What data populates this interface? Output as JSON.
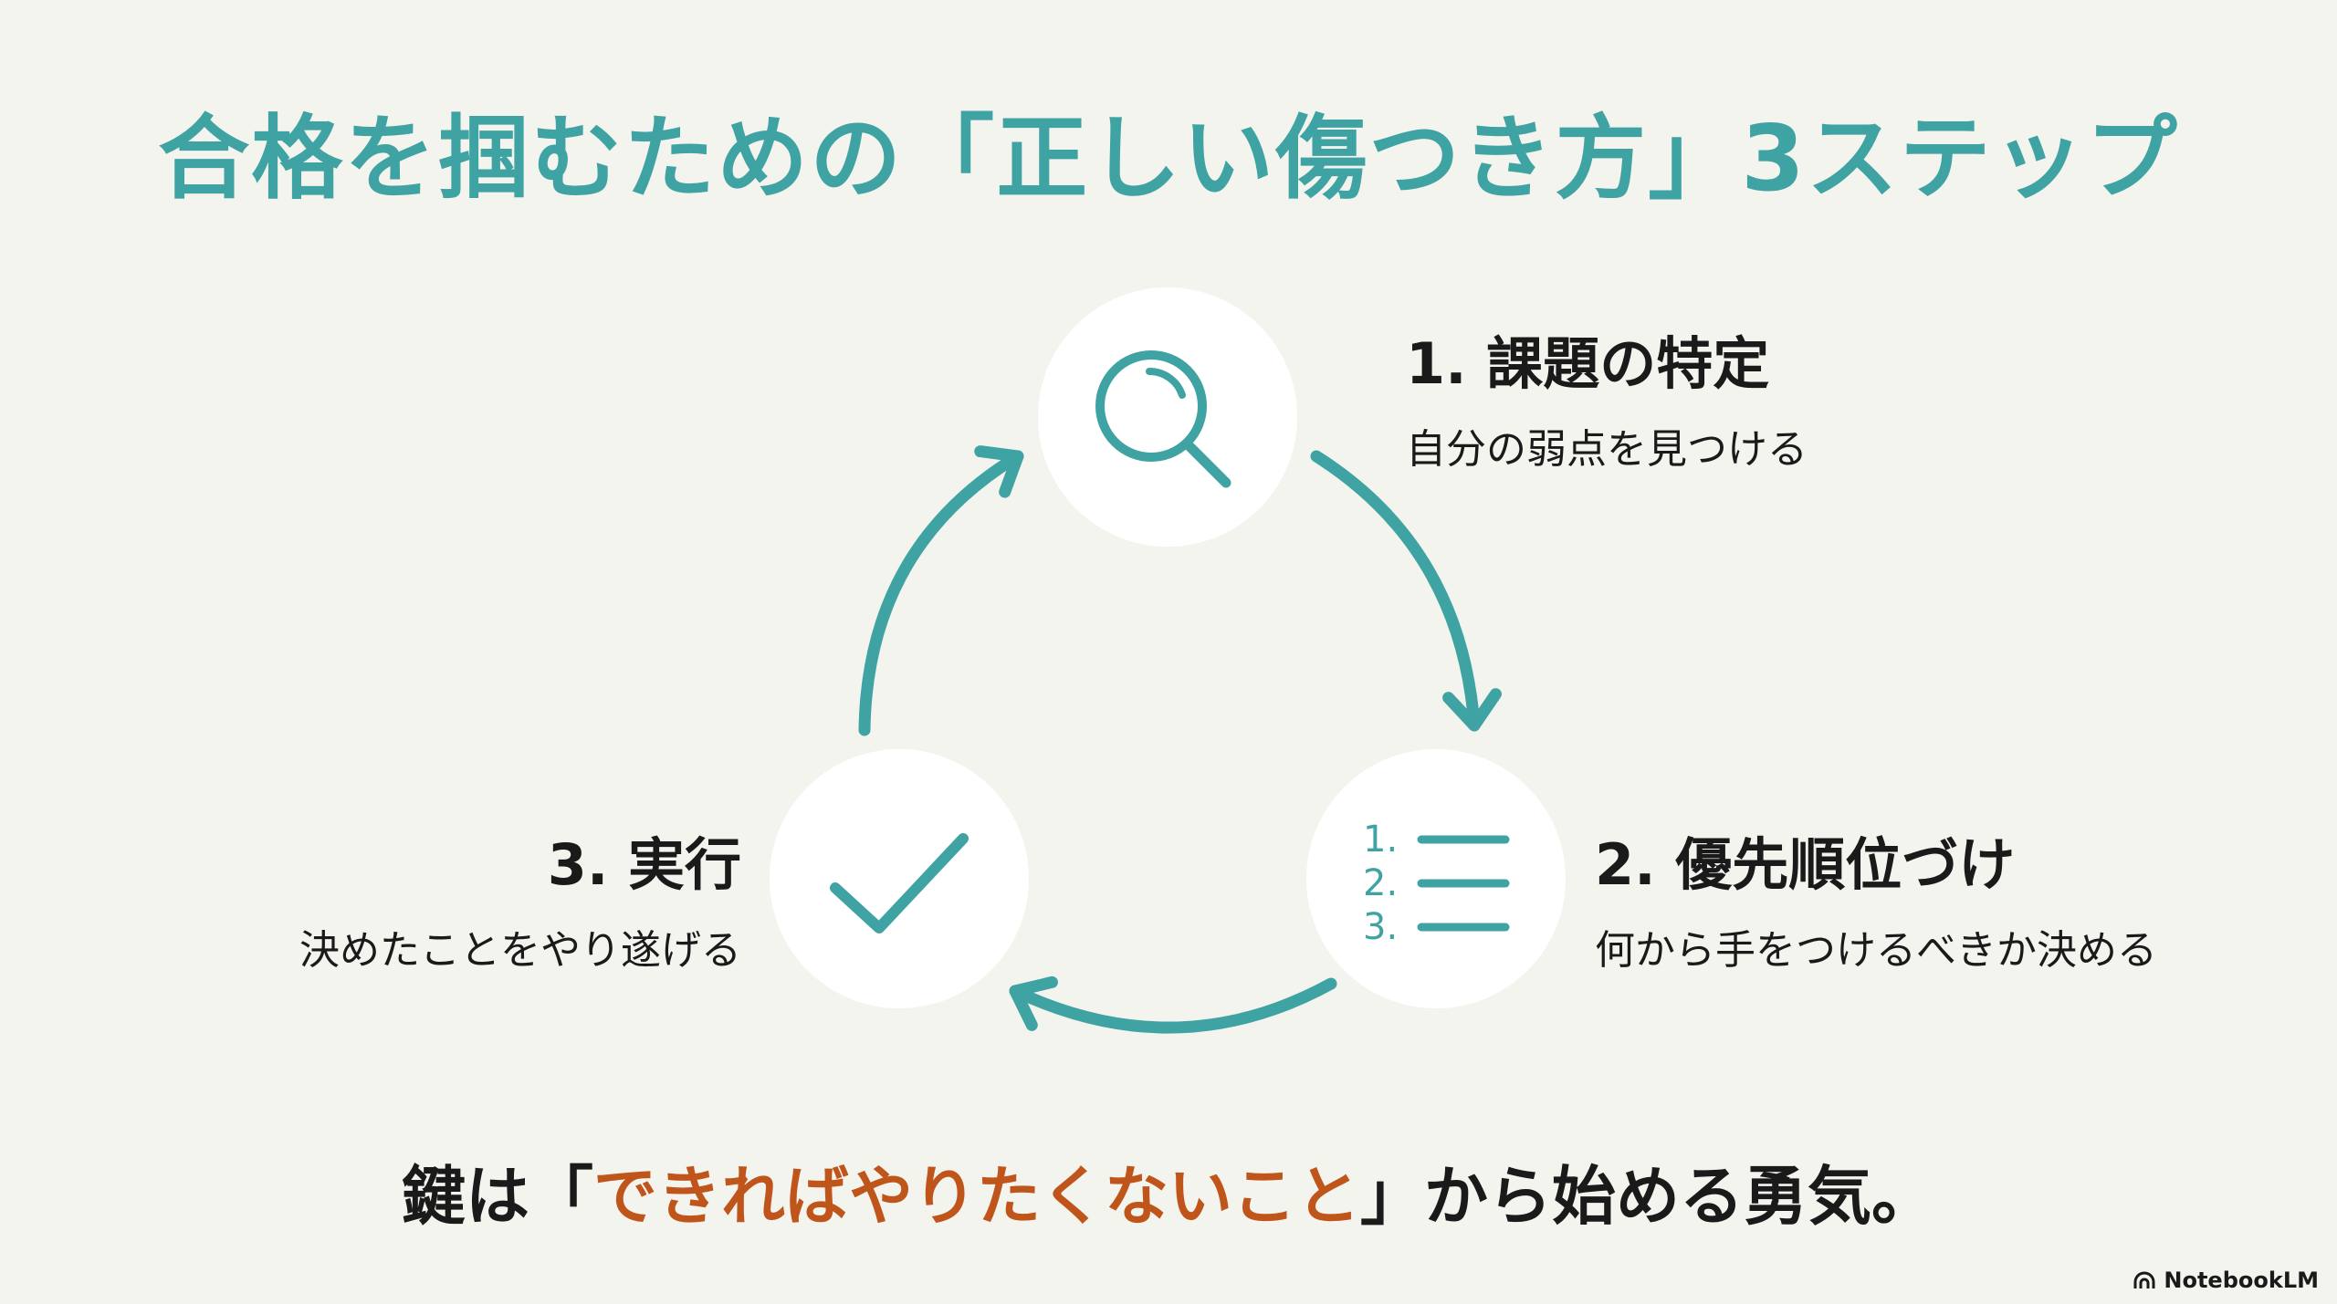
{
  "title": "合格を掴むための「正しい傷つき方」3ステップ",
  "steps": [
    {
      "heading": "1. 課題の特定",
      "subtitle": "自分の弱点を見つける",
      "icon": "magnifier-icon"
    },
    {
      "heading": "2. 優先順位づけ",
      "subtitle": "何から手をつけるべきか決める",
      "icon": "numbered-list-icon",
      "list_numbers": [
        "1.",
        "2.",
        "3."
      ]
    },
    {
      "heading": "3. 実行",
      "subtitle": "決めたことをやり遂げる",
      "icon": "check-icon"
    }
  ],
  "footer": {
    "prefix": "鍵は「",
    "emphasis": "できればやりたくないこと",
    "suffix": "」から始める勇気。"
  },
  "brand": "NotebookLM",
  "colors": {
    "accent": "#3fa3a3",
    "emphasis": "#c0551c",
    "background": "#f4f4ef"
  }
}
